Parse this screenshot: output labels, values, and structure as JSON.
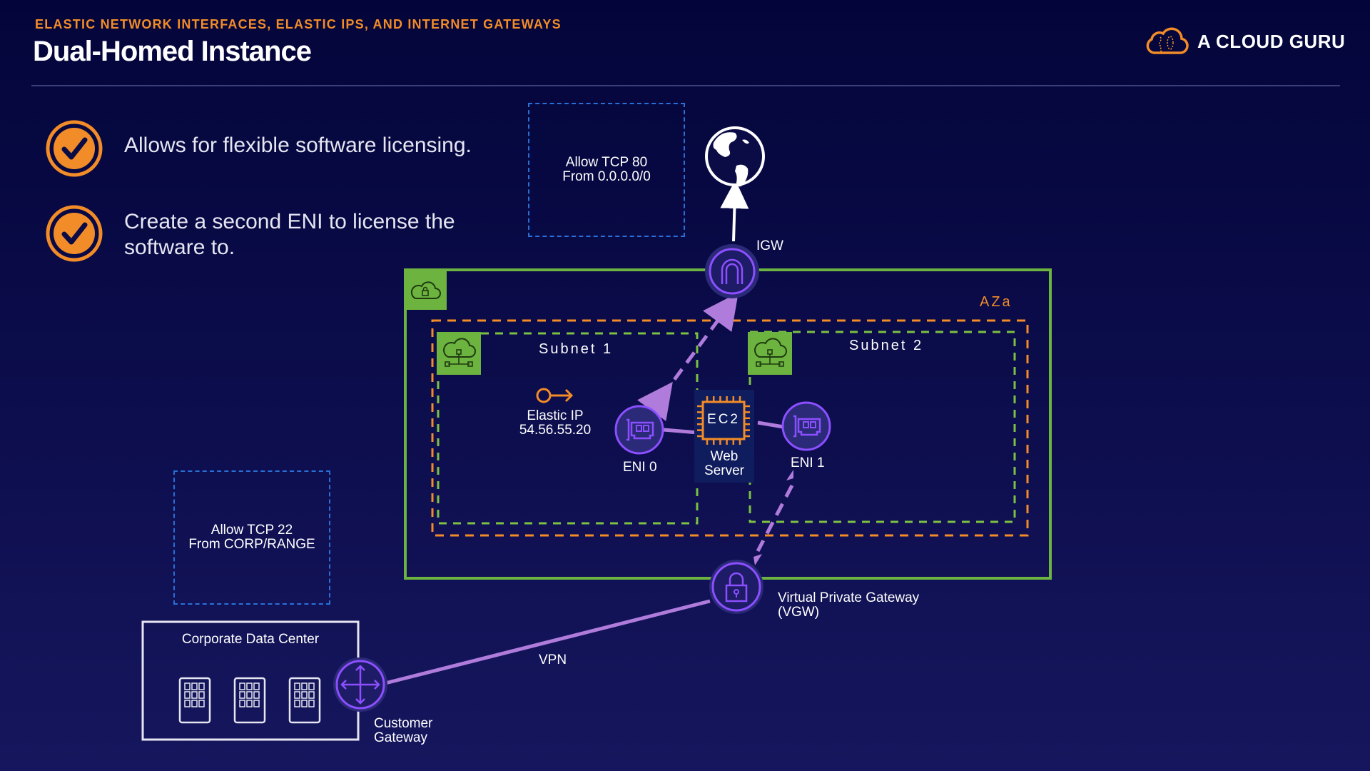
{
  "header": {
    "subtitle": "ELASTIC NETWORK INTERFACES, ELASTIC IPS, AND INTERNET GATEWAYS",
    "title": "Dual-Homed Instance",
    "logo_text": "A CLOUD GURU"
  },
  "bullets": [
    {
      "icon": "check-circle-icon",
      "text": "Allows for flexible software licensing."
    },
    {
      "icon": "check-circle-icon",
      "text": "Create a second ENI to license the software to."
    }
  ],
  "diagram": {
    "security_groups": [
      {
        "line1": "Allow TCP 80",
        "line2": "From 0.0.0.0/0"
      },
      {
        "line1": "Allow TCP 22",
        "line2": "From CORP/RANGE"
      }
    ],
    "igw_label": "IGW",
    "az_label": "AZa",
    "subnet1_label": "Subnet 1",
    "subnet2_label": "Subnet 2",
    "elastic_ip_label": "Elastic IP",
    "elastic_ip_value": "54.56.55.20",
    "eni0_label": "ENI 0",
    "eni1_label": "ENI 1",
    "ec2_chip_label": "EC2",
    "ec2_label_line1": "Web",
    "ec2_label_line2": "Server",
    "vgw_label_line1": "Virtual Private Gateway",
    "vgw_label_line2": "(VGW)",
    "vpn_label": "VPN",
    "datacenter_label": "Corporate Data Center",
    "cgw_label_line1": "Customer",
    "cgw_label_line2": "Gateway"
  },
  "colors": {
    "accent_orange": "#f28c28",
    "vpc_green": "#6cb33f",
    "purple": "#8c4fff",
    "purple_light": "#b07cdc",
    "sg_blue": "#2b6fd6"
  }
}
